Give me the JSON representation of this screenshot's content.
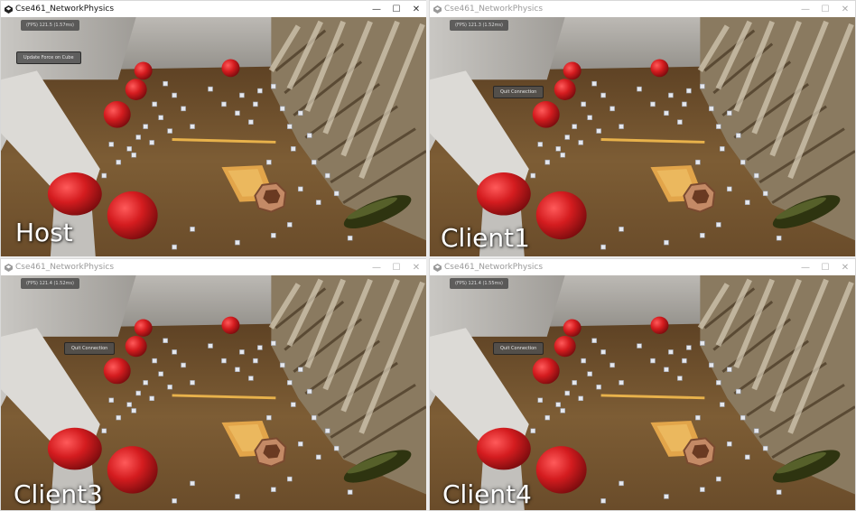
{
  "windows": [
    {
      "title": "Cse461_NetworkPhysics",
      "stats": "(FPS) 121.5 (1.57ms)",
      "button": "Update Force on Cube",
      "label": "Host",
      "minimize": "—",
      "maximize": "☐",
      "close": "✕"
    },
    {
      "title": "Cse461_NetworkPhysics",
      "stats": "(FPS) 121.3 (1.52ms)",
      "button": "Quit Connection",
      "label": "Client1",
      "minimize": "—",
      "maximize": "☐",
      "close": "✕"
    },
    {
      "title": "Cse461_NetworkPhysics",
      "stats": "(FPS) 121.4 (1.52ms)",
      "button": "Quit Connection",
      "label": "Client3",
      "minimize": "—",
      "maximize": "☐",
      "close": "✕"
    },
    {
      "title": "Cse461_NetworkPhysics",
      "stats": "(FPS) 121.4 (1.55ms)",
      "button": "Quit Connection",
      "label": "Client4",
      "minimize": "—",
      "maximize": "☐",
      "close": "✕"
    }
  ],
  "icons": {
    "app": "unity-icon",
    "minimize": "minimize-icon",
    "maximize": "maximize-icon",
    "close": "close-icon"
  },
  "colors": {
    "floor": "#7a5a34",
    "ball": "#c8161a",
    "accent_line": "#e6b04a",
    "wall": "#b9b7b4",
    "overlay_button": "#505050"
  }
}
